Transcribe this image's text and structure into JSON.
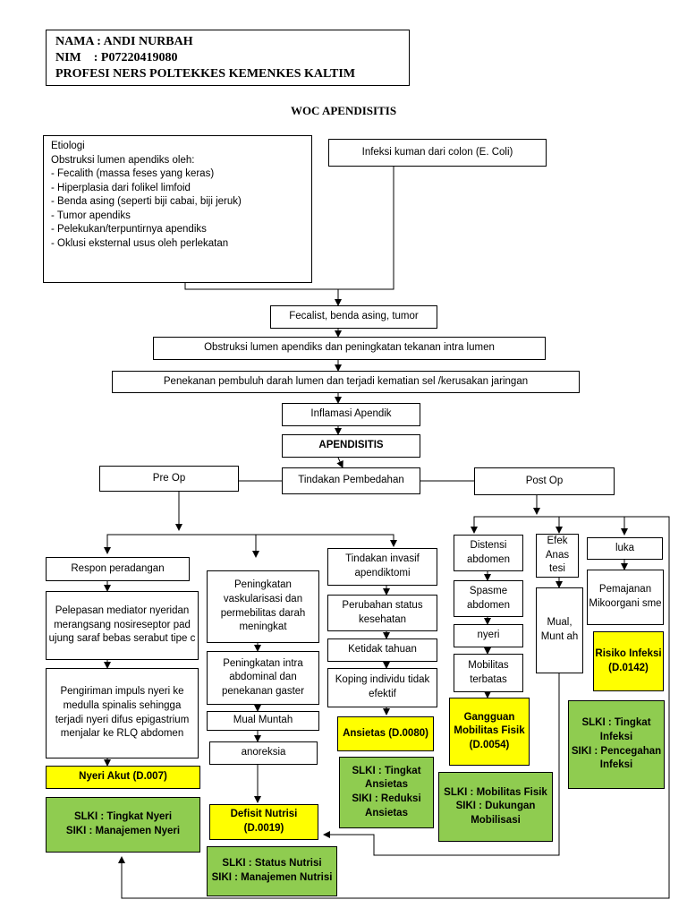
{
  "header": {
    "nama": "NAMA : ANDI NURBAH",
    "nim": "NIM    : P07220419080",
    "profesi": "PROFESI NERS POLTEKKES KEMENKES KALTIM"
  },
  "title": "WOC APENDISITIS",
  "etiologi": {
    "heading": "Etiologi",
    "intro": "Obstruksi lumen apendiks oleh:",
    "items": [
      "- Fecalith (massa feses yang keras)",
      "- Hiperplasia dari folikel limfoid",
      "- Benda asing (seperti biji cabai, biji jeruk)",
      "- Tumor apendiks",
      "- Pelekukan/terpuntirnya apendiks",
      "- Oklusi eksternal usus oleh perlekatan"
    ]
  },
  "flow": {
    "infeksi": "Infeksi kuman dari colon (E. Coli)",
    "fecalist": "Fecalist, benda asing, tumor",
    "obstruksi": "Obstruksi lumen apendiks dan peningkatan tekanan intra lumen",
    "penekanan": "Penekanan pembuluh darah lumen dan terjadi kematian sel /kerusakan jaringan",
    "inflamasi": "Inflamasi Apendik",
    "apendisitis": "APENDISITIS",
    "tindakan": "Tindakan Pembedahan",
    "pre_op": "Pre Op",
    "post_op": "Post Op"
  },
  "col1": {
    "respon": "Respon peradangan",
    "pelepasan": "Pelepasan mediator nyeridan merangsang nosireseptor pad ujung saraf bebas serabut tipe c",
    "pengiriman": "Pengiriman impuls nyeri ke medulla spinalis sehingga terjadi nyeri difus epigastrium menjalar ke RLQ abdomen",
    "diagnosis": "Nyeri Akut (D.007)",
    "slki_siki": "SLKI : Tingkat Nyeri\nSIKI : Manajemen Nyeri"
  },
  "col2": {
    "peningkatan_vask": "Peningkatan vaskularisasi dan permebilitas darah meningkat",
    "peningkatan_intra": "Peningkatan intra abdominal dan penekanan gaster",
    "mual": "Mual Muntah",
    "anoreksia": "anoreksia",
    "diagnosis": "Defisit Nutrisi (D.0019)",
    "slki_siki": "SLKI : Status Nutrisi\nSIKI : Manajemen Nutrisi"
  },
  "col3": {
    "tindakan_invasif": "Tindakan invasif apendiktomi",
    "perubahan": "Perubahan status kesehatan",
    "ketidaktahuan": "Ketidak tahuan",
    "koping": "Koping individu tidak efektif",
    "diagnosis": "Ansietas (D.0080)",
    "slki_siki": "SLKI : Tingkat Ansietas\nSIKI : Reduksi Ansietas"
  },
  "col4": {
    "distensi": "Distensi abdomen",
    "spasme": "Spasme abdomen",
    "nyeri": "nyeri",
    "mobilitas": "Mobilitas terbatas",
    "diagnosis": "Gangguan Mobilitas Fisik (D.0054)",
    "slki_siki": "SLKI : Mobilitas Fisik\nSIKI : Dukungan Mobilisasi"
  },
  "col5": {
    "efek": "Efek Anas tesi",
    "mual": "Mual, Munt ah"
  },
  "col6": {
    "luka": "luka",
    "pemajanan": "Pemajanan Mikoorgani sme",
    "diagnosis": "Risiko Infeksi (D.0142)",
    "slki_siki": "SLKI : Tingkat Infeksi\nSIKI : Pencegahan Infeksi"
  }
}
